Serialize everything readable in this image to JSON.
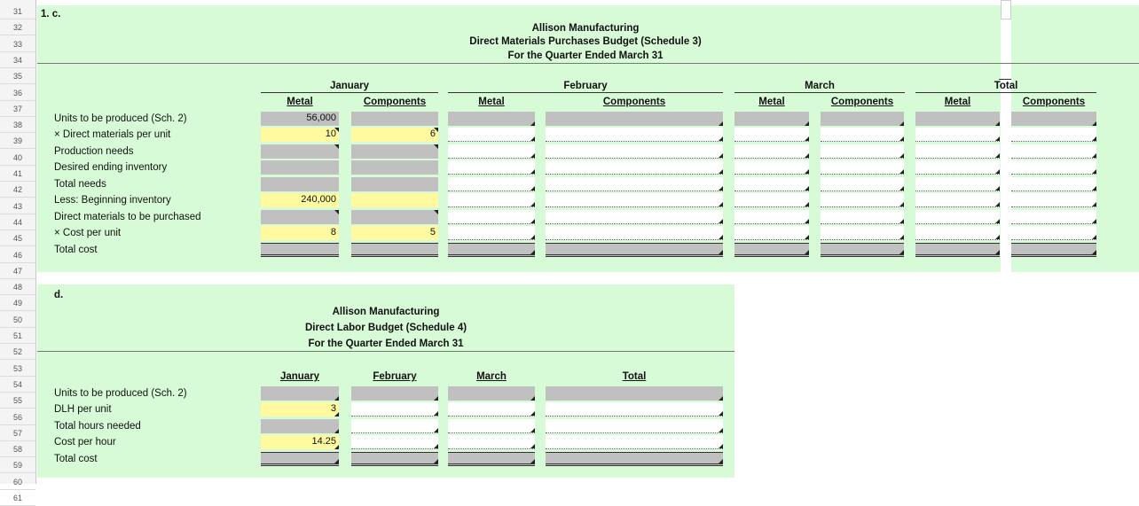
{
  "row_numbers": [
    "31",
    "32",
    "33",
    "34",
    "35",
    "36",
    "37",
    "38",
    "39",
    "40",
    "41",
    "42",
    "43",
    "44",
    "45",
    "46",
    "47",
    "48",
    "49",
    "50",
    "51",
    "52",
    "53",
    "54",
    "55",
    "56",
    "57",
    "58",
    "59",
    "60",
    "61"
  ],
  "section_c": {
    "label": "1. c.",
    "company": "Allison Manufacturing",
    "title": "Direct Materials Purchases Budget (Schedule 3)",
    "period": "For the Quarter Ended March 31",
    "months": [
      "January",
      "February",
      "March",
      "Total"
    ],
    "sub_metal": "Metal",
    "sub_components": "Components",
    "rows": [
      "Units to be produced (Sch. 2)",
      "× Direct materials per unit",
      "Production needs",
      "Desired ending inventory",
      "Total needs",
      "Less: Beginning inventory",
      "Direct materials to be purchased",
      "× Cost per unit",
      "Total cost"
    ],
    "values": {
      "units_metal": "56,000",
      "dm_metal": "10",
      "dm_components": "6",
      "beg_inv_metal": "240,000",
      "cost_metal": "8",
      "cost_components": "5"
    }
  },
  "section_d": {
    "label": "d.",
    "company": "Allison Manufacturing",
    "title": "Direct Labor Budget (Schedule 4)",
    "period": "For the Quarter Ended March 31",
    "months": [
      "January",
      "February",
      "March",
      "Total"
    ],
    "rows": [
      "Units to be produced (Sch. 2)",
      "DLH per unit",
      "Total hours needed",
      "Cost per hour",
      "Total cost"
    ],
    "values": {
      "dlh_jan": "3",
      "cost_per_hour_jan": "14.25"
    }
  }
}
